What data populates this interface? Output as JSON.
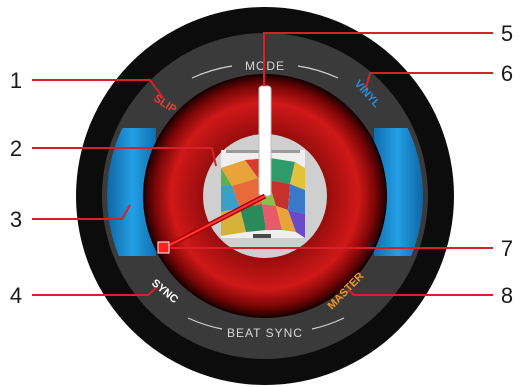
{
  "ring": {
    "mode_label": "MODE",
    "beat_sync_label": "BEAT SYNC"
  },
  "buttons": {
    "slip": "SLIP",
    "vinyl": "VINYL",
    "sync": "SYNC",
    "master": "MASTER"
  },
  "callouts": [
    "1",
    "2",
    "3",
    "4",
    "5",
    "6",
    "7",
    "8"
  ],
  "colors": {
    "slip": "#e8403a",
    "vinyl": "#2a8fd8",
    "sync": "#ffffff",
    "master": "#f0962a",
    "callout_line": "#d6202a",
    "blue_band": "#1f8fd2"
  }
}
